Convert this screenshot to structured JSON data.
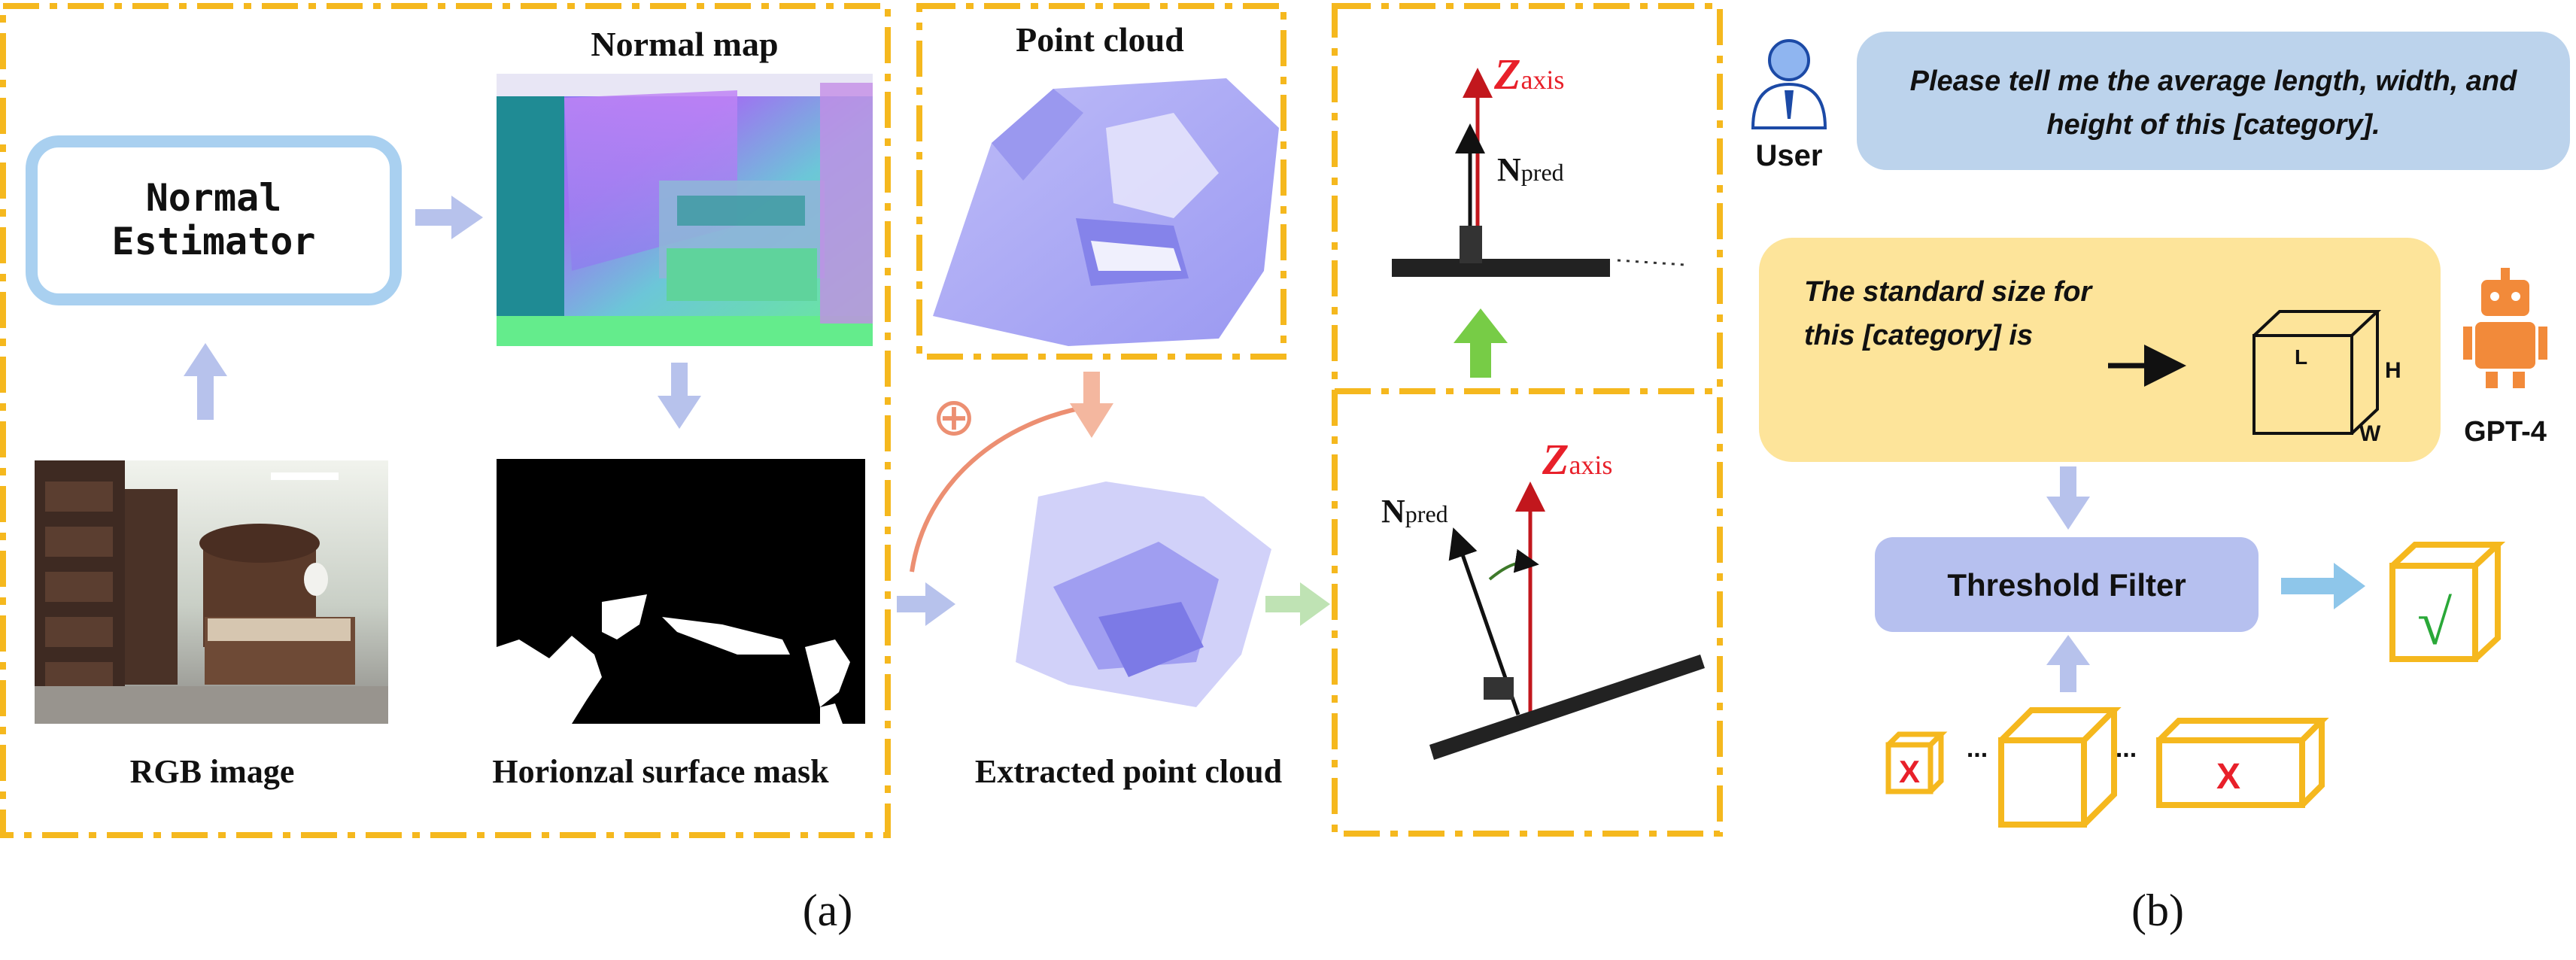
{
  "panel_a": {
    "normal_estimator_label": [
      "Normal",
      "Estimator"
    ],
    "normal_map_title": "Normal map",
    "point_cloud_title": "Point cloud",
    "rgb_image_label": "RGB image",
    "surface_mask_label": "Horionzal surface mask",
    "extracted_label": "Extracted point cloud",
    "oplus_symbol": "⊕",
    "z_axis_main": "Z",
    "z_axis_sub": "axis",
    "n_pred_main": "N",
    "n_pred_sub": "pred",
    "caption": "(a)"
  },
  "panel_b": {
    "user_label": "User",
    "prompt_text": [
      "Please tell me the average length, width, and",
      "height of this [category]."
    ],
    "response_text": [
      "The standard size for",
      "this [category] is"
    ],
    "cube_label_l": "L",
    "cube_label_h": "H",
    "cube_label_w": "W",
    "gpt_label": "GPT-4",
    "threshold_filter": "Threshold Filter",
    "check_mark": "√",
    "cross_mark": "X",
    "ellipsis": "...",
    "caption": "(b)"
  },
  "colors": {
    "orange_dash": "#f5b81e",
    "estimator_border": "#a9d0f0",
    "light_arrow": "#b7c2ec",
    "prompt_bubble": "#bcd3ec",
    "response_bubble": "#fde49a",
    "filter_box": "#b6c0ef",
    "red_text": "#e8202a",
    "green_arrow": "#77cc46",
    "point_cloud_purple": "#a9a8f2",
    "robot_orange": "#f28a3a"
  }
}
